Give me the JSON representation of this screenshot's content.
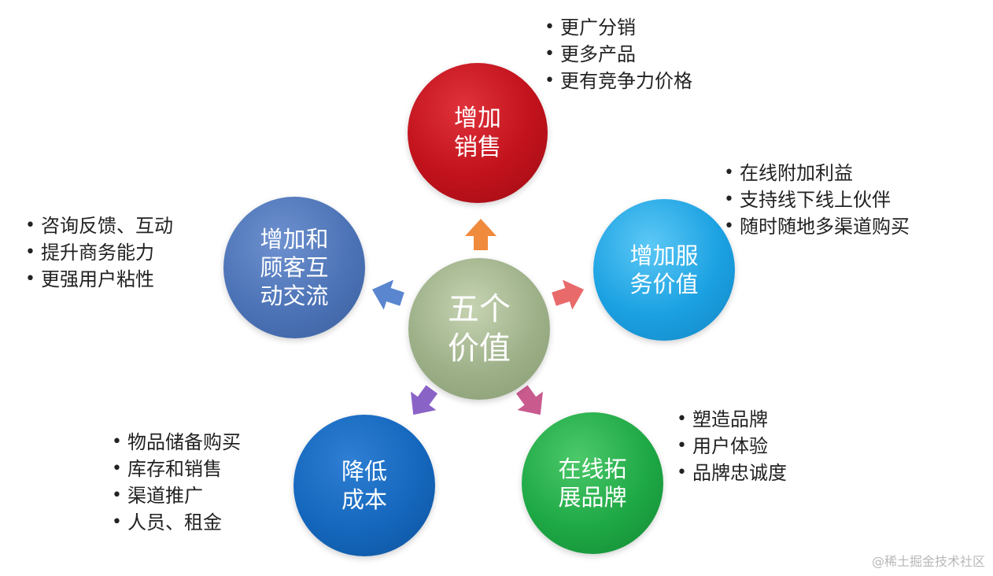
{
  "center": {
    "line1": "五个",
    "line2": "价值"
  },
  "nodes": {
    "sales": {
      "line1": "增加",
      "line2": "销售",
      "color": "#c1121c",
      "bullets": [
        "更广分销",
        "更多产品",
        "更有竞争力价格"
      ]
    },
    "service": {
      "line1": "增加服",
      "line2": "务价值",
      "color": "#1ba1e2",
      "bullets": [
        "在线附加利益",
        "支持线下线上伙伴",
        "随时随地多渠道购买"
      ]
    },
    "brand": {
      "line1": "在线拓",
      "line2": "展品牌",
      "color": "#1ea845",
      "bullets": [
        "塑造品牌",
        "用户体验",
        "品牌忠诚度"
      ]
    },
    "cost": {
      "line1": "降低",
      "line2": "成本",
      "color": "#1467bd",
      "bullets": [
        "物品储备购买",
        "库存和销售",
        "渠道推广",
        "人员、租金"
      ]
    },
    "customer": {
      "line1": "增加和",
      "line2": "顾客互",
      "line3": "动交流",
      "color": "#4c73b6",
      "bullets": [
        "咨询反馈、互动",
        "提升商务能力",
        "更强用户粘性"
      ]
    }
  },
  "arrows": {
    "up": "#f08a3c",
    "right": "#e86a6a",
    "down_right": "#c85a8e",
    "down_left": "#8a63c7",
    "left": "#5a86cf"
  },
  "watermark": "@稀土掘金技术社区"
}
